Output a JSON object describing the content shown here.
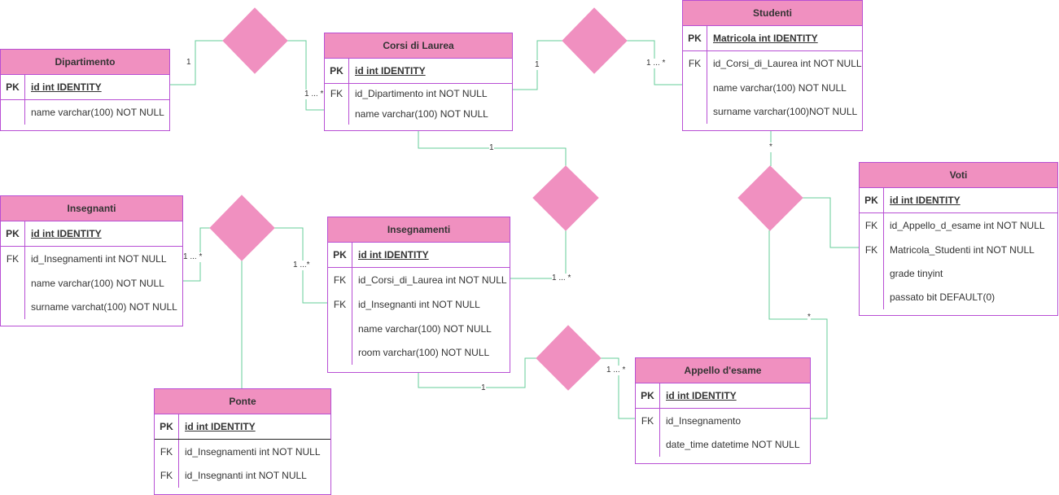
{
  "colors": {
    "header": "#f090c0",
    "border": "#b84fd4",
    "edge": "#66cc99",
    "diamond": "#f090c0"
  },
  "entities": {
    "dipartimento": {
      "title": "Dipartimento",
      "rows": [
        {
          "key": "PK",
          "field": "id int IDENTITY"
        },
        {
          "key": "",
          "field": "name varchar(100) NOT NULL"
        }
      ]
    },
    "corsi": {
      "title": "Corsi di Laurea",
      "rows": [
        {
          "key": "PK",
          "field": "id int IDENTITY"
        },
        {
          "key": "FK",
          "field": "id_Dipartimento int NOT NULL"
        },
        {
          "key": "",
          "field": "name varchar(100) NOT NULL"
        }
      ]
    },
    "studenti": {
      "title": "Studenti",
      "rows": [
        {
          "key": "PK",
          "field": "Matricola int IDENTITY "
        },
        {
          "key": "FK",
          "field": "id_Corsi_di_Laurea int NOT NULL"
        },
        {
          "key": "",
          "field": "name varchar(100) NOT NULL"
        },
        {
          "key": "",
          "field": "surname varchar(100)NOT NULL"
        }
      ]
    },
    "insegnanti": {
      "title": "Insegnanti",
      "rows": [
        {
          "key": "PK",
          "field": "id int IDENTITY"
        },
        {
          "key": "FK",
          "field": "id_Insegnamenti int NOT NULL"
        },
        {
          "key": "",
          "field": "name varchar(100) NOT NULL"
        },
        {
          "key": "",
          "field": "surname varchat(100) NOT NULL"
        }
      ]
    },
    "insegnamenti": {
      "title": "Insegnamenti",
      "rows": [
        {
          "key": "PK",
          "field": "id int IDENTITY"
        },
        {
          "key": "FK",
          "field": "id_Corsi_di_Laurea int NOT NULL"
        },
        {
          "key": "FK",
          "field": "id_Insegnanti int NOT NULL"
        },
        {
          "key": "",
          "field": "name varchar(100) NOT NULL"
        },
        {
          "key": "",
          "field": "room varchar(100) NOT NULL"
        }
      ]
    },
    "voti": {
      "title": "Voti",
      "rows": [
        {
          "key": "PK",
          "field": "id int IDENTITY"
        },
        {
          "key": "FK",
          "field": "id_Appello_d_esame int NOT NULL"
        },
        {
          "key": "FK",
          "field": "Matricola_Studenti int NOT NULL"
        },
        {
          "key": "",
          "field": "grade tinyint"
        },
        {
          "key": "",
          "field": "passato bit DEFAULT(0)"
        }
      ]
    },
    "appello": {
      "title": "Appello d'esame",
      "rows": [
        {
          "key": "PK",
          "field": "id int IDENTITY"
        },
        {
          "key": "FK",
          "field": "id_Insegnamento"
        },
        {
          "key": "",
          "field": "date_time datetime NOT NULL"
        }
      ]
    },
    "ponte": {
      "title": "Ponte",
      "rows": [
        {
          "key": "PK",
          "field": "id int IDENTITY"
        },
        {
          "key": "FK",
          "field": "id_Insegnamenti int NOT NULL"
        },
        {
          "key": "FK",
          "field": "id_Insegnanti int NOT NULL"
        }
      ]
    }
  },
  "cardinalities": {
    "dip_one": "1",
    "dip_many": "1 ... *",
    "stud_one": "1",
    "stud_many": "1 ... *",
    "corsi_one": "1",
    "corsi_many": "1 ... *",
    "ins_left": "1 ... *",
    "ins_right": "1 ...*",
    "voti_top": "*",
    "voti_bottom": "*",
    "app_one": "1",
    "app_many": "1 ... *"
  }
}
